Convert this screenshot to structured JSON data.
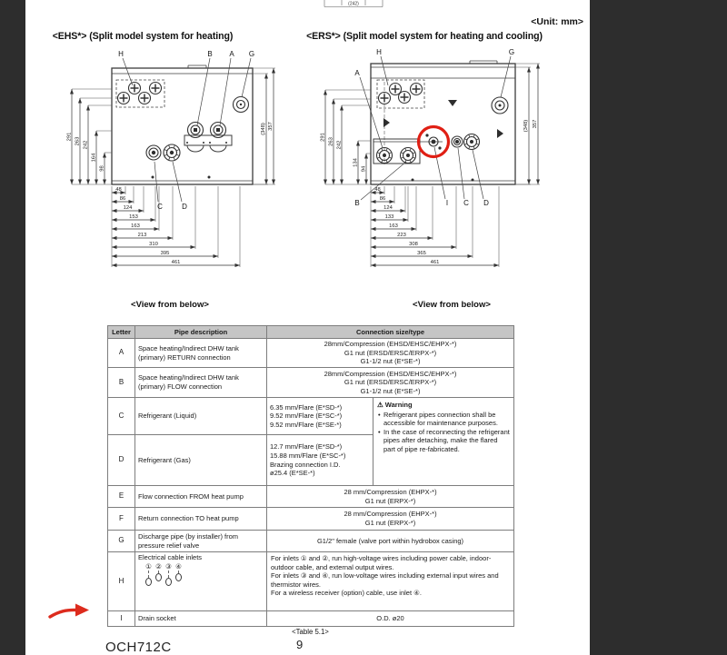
{
  "page": {
    "unit_label": "<Unit: mm>",
    "top_dim_remnant": "(242)",
    "footer_code": "OCH712C",
    "page_number": "9"
  },
  "colors": {
    "annotation_red": "#dd2b1d",
    "table_header_gray": "#c5c5c5",
    "backdrop": "#2d2d2d"
  },
  "diagram_left": {
    "title": "<EHS*> (Split model system for heating)",
    "caption": "<View from below>",
    "labels": {
      "H": "H",
      "B": "B",
      "A": "A",
      "G": "G",
      "C": "C",
      "D": "D"
    },
    "left_dims": [
      "291",
      "263",
      "242",
      "164",
      "98"
    ],
    "right_dims": [
      "(348)",
      "357"
    ],
    "bottom_dims": [
      "48",
      "86",
      "124",
      "153",
      "163",
      "213",
      "310",
      "395",
      "461"
    ]
  },
  "diagram_right": {
    "title": "<ERS*> (Split model system for heating and cooling)",
    "caption": "<View from below>",
    "labels": {
      "H": "H",
      "A": "A",
      "B": "B",
      "G": "G",
      "I": "I",
      "C": "C",
      "D": "D"
    },
    "left_dims": [
      "291",
      "263",
      "242",
      "134",
      "94"
    ],
    "right_dims": [
      "(348)",
      "357"
    ],
    "bottom_dims": [
      "48",
      "86",
      "124",
      "133",
      "163",
      "223",
      "308",
      "365",
      "461"
    ]
  },
  "table": {
    "caption": "<Table 5.1>",
    "headers": [
      "Letter",
      "Pipe description",
      "Connection size/type"
    ],
    "inlet_nums": [
      "①",
      "②",
      "③",
      "④"
    ],
    "bullet": "•",
    "rows": [
      {
        "letter": "A",
        "description": "Space heating/Indirect DHW tank (primary) RETURN connection",
        "connection": "28mm/Compression (EHSD/EHSC/EHPX-*)\nG1 nut (ERSD/ERSC/ERPX-*)\nG1-1/2 nut (E*SE-*)"
      },
      {
        "letter": "B",
        "description": "Space heating/Indirect DHW tank (primary) FLOW connection",
        "connection": "28mm/Compression (EHSD/EHSC/EHPX-*)\nG1 nut (ERSD/ERSC/ERPX-*)\nG1-1/2 nut (E*SE-*)"
      },
      {
        "letter": "C",
        "description": "Refrigerant (Liquid)",
        "connection": "6.35 mm/Flare (E*SD-*)\n9.52 mm/Flare (E*SC-*)\n9.52 mm/Flare (E*SE-*)"
      },
      {
        "letter": "D",
        "description": "Refrigerant (Gas)",
        "connection": "12.7 mm/Flare (E*SD-*)\n15.88 mm/Flare (E*SC-*)\nBrazing connection I.D.\nø25.4 (E*SE-*)"
      },
      {
        "letter": "E",
        "description": "Flow connection FROM heat pump",
        "connection": "28 mm/Compression (EHPX-*)\nG1 nut (ERPX-*)"
      },
      {
        "letter": "F",
        "description": "Return connection TO heat pump",
        "connection": "28 mm/Compression (EHPX-*)\nG1 nut (ERPX-*)"
      },
      {
        "letter": "G",
        "description": "Discharge pipe (by installer) from pressure relief valve",
        "connection": "G1/2\" female (valve port within hydrobox casing)"
      },
      {
        "letter": "H",
        "description": "Electrical cable inlets",
        "connection": "For inlets ① and ②, run high-voltage wires including power cable, indoor-outdoor cable, and external output wires.\nFor inlets ③ and ④, run low-voltage wires including external input wires and thermistor wires.\nFor a wireless receiver (option) cable, use inlet ④."
      },
      {
        "letter": "I",
        "description": "Drain socket",
        "connection": "O.D. ø20"
      }
    ],
    "warning": {
      "title": "⚠ Warning",
      "items": [
        "Refrigerant pipes connection shall be accessible for maintenance purposes.",
        "In the case of reconnecting the refrigerant pipes after detaching, make the flared part of pipe re-fabricated."
      ]
    }
  }
}
